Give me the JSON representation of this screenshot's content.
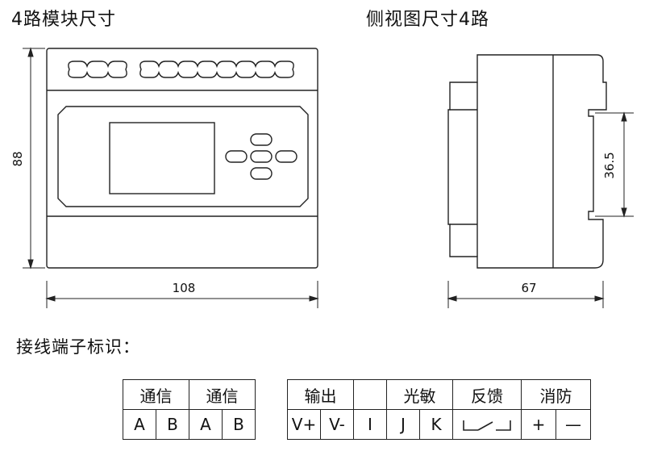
{
  "front": {
    "title": "4路模块尺寸",
    "height_label": "88",
    "width_label": "108"
  },
  "side": {
    "title": "侧视图尺寸4路",
    "height_label": "36.5",
    "width_label": "67"
  },
  "wiring": {
    "title": "接线端子标识：",
    "left_table": {
      "headers": [
        "通信",
        "通信"
      ],
      "terminals": [
        "A",
        "B",
        "A",
        "B"
      ]
    },
    "right_table": {
      "headers": [
        "输出",
        "",
        "光敏",
        "反馈",
        "消防"
      ],
      "terminals": [
        "V+",
        "V-",
        "I",
        "J",
        "K",
        "+",
        "—"
      ],
      "switch_icon": "normally-open-switch-icon"
    }
  }
}
